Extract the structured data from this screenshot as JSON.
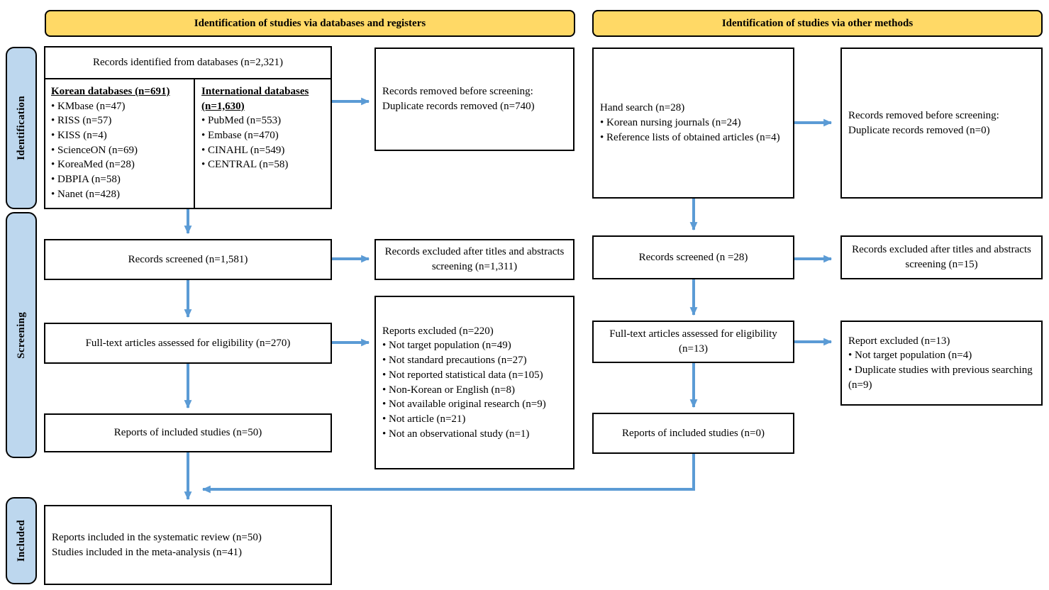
{
  "headers": {
    "left": "Identification of studies via databases and registers",
    "right": "Identification of studies via other methods"
  },
  "sidebar": {
    "identification": "Identification",
    "screening": "Screening",
    "included": "Included"
  },
  "databases_box": {
    "title": "Records identified from databases (n=2,321)",
    "korean": {
      "header": "Korean databases (n=691)",
      "items": [
        "• KMbase (n=47)",
        "• RISS (n=57)",
        "• KISS (n=4)",
        "• ScienceON (n=69)",
        "• KoreaMed (n=28)",
        "• DBPIA (n=58)",
        "• Nanet (n=428)"
      ]
    },
    "international": {
      "header": "International databases (n=1,630)",
      "items": [
        "• PubMed (n=553)",
        "• Embase (n=470)",
        "• CINAHL (n=549)",
        "• CENTRAL (n=58)"
      ]
    }
  },
  "left_flow": {
    "records_screened": "Records screened (n=1,581)",
    "full_text": "Full-text articles assessed for eligibility (n=270)",
    "reports_included": "Reports of included studies (n=50)",
    "final_line1": "Reports included in the systematic review (n=50)",
    "final_line2": "Studies included in the meta-analysis (n=41)"
  },
  "left_exclusions": {
    "removed_line1": "Records removed before screening:",
    "removed_line2": "Duplicate records removed (n=740)",
    "titles_excluded": "Records excluded after titles and abstracts screening (n=1,311)",
    "reports_excluded": {
      "title": "Reports excluded (n=220)",
      "items": [
        "• Not target population (n=49)",
        "• Not standard precautions (n=27)",
        "• Not reported statistical data (n=105)",
        "• Non-Korean or English (n=8)",
        "• Not available original research (n=9)",
        "• Not article (n=21)",
        "• Not an observational study (n=1)"
      ]
    }
  },
  "right_flow": {
    "hand_search": {
      "title": "Hand search (n=28)",
      "items": [
        "• Korean nursing journals (n=24)",
        "• Reference lists of obtained articles (n=4)"
      ]
    },
    "records_screened": "Records screened (n =28)",
    "full_text": "Full-text articles assessed for eligibility (n=13)",
    "reports_included": "Reports of included studies (n=0)"
  },
  "right_exclusions": {
    "removed_line1": "Records removed before screening:",
    "removed_line2": "Duplicate records removed (n=0)",
    "titles_excluded": "Records excluded after titles and abstracts screening (n=15)",
    "report_excluded": {
      "title": "Report excluded (n=13)",
      "items": [
        "• Not target population (n=4)",
        "• Duplicate studies with previous searching (n=9)"
      ]
    }
  },
  "colors": {
    "header_fill": "#FFD966",
    "sidebar_fill": "#BDD7EE",
    "arrow": "#5B9BD5"
  }
}
